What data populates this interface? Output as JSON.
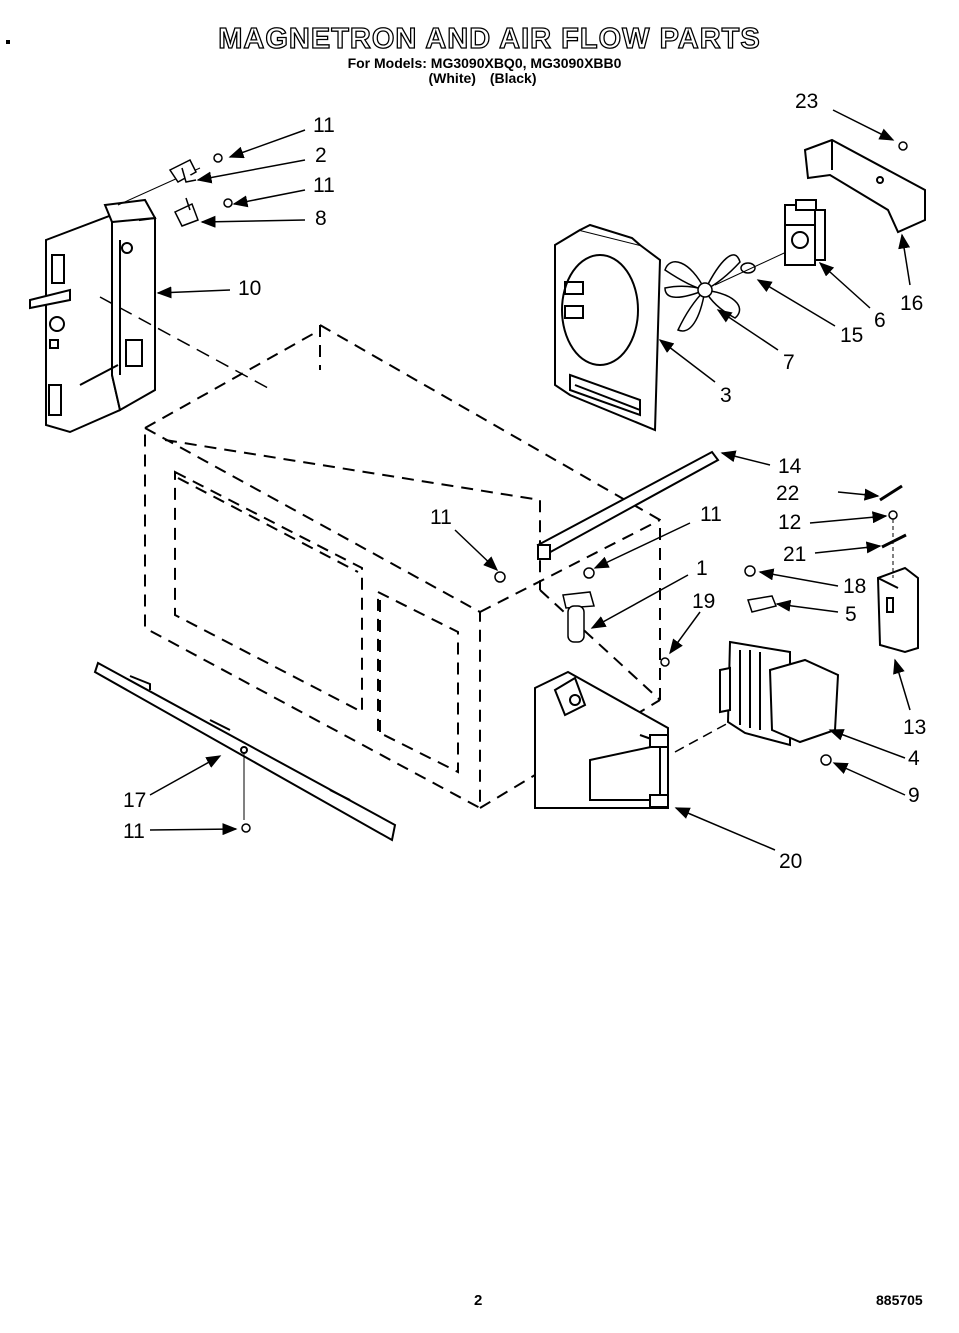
{
  "title": "MAGNETRON AND AIR FLOW PARTS",
  "subtitle": "For Models: MG3090XBQ0, MG3090XBB0",
  "subtitle_colors": "(White)    (Black)",
  "callouts": [
    "11",
    "2",
    "11",
    "8",
    "10",
    "23",
    "16",
    "6",
    "15",
    "7",
    "3",
    "14",
    "22",
    "12",
    "21",
    "11",
    "11",
    "1",
    "18",
    "5",
    "19",
    "13",
    "4",
    "9",
    "17",
    "11",
    "20"
  ],
  "page_number": "2",
  "doc_code": "885705"
}
